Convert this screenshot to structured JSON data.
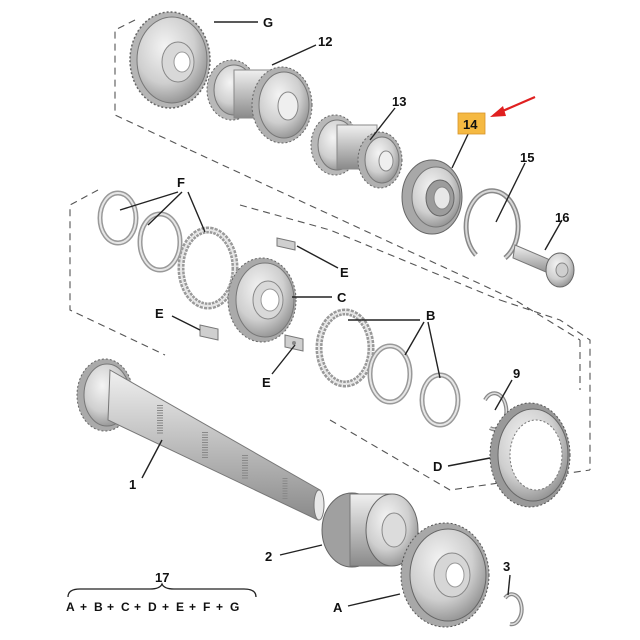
{
  "labels": {
    "G": "G",
    "n12": "12",
    "n13": "13",
    "n14": "14",
    "n15": "15",
    "n16": "16",
    "F": "F",
    "E1": "E",
    "C": "C",
    "E2": "E",
    "E3": "E",
    "B": "B",
    "n9": "9",
    "D": "D",
    "n1": "1",
    "n2": "2",
    "n3": "3",
    "A": "A",
    "n17": "17"
  },
  "formula": {
    "A": "A",
    "B": "B",
    "C": "C",
    "D": "D",
    "E": "E",
    "F": "F",
    "G": "G",
    "plus": "+"
  },
  "colors": {
    "highlight_box": "#f5b942",
    "arrow": "#e02020",
    "part_light": "#e6e6e6",
    "part_mid": "#c4c4c4",
    "part_dark": "#8f8f8f"
  }
}
